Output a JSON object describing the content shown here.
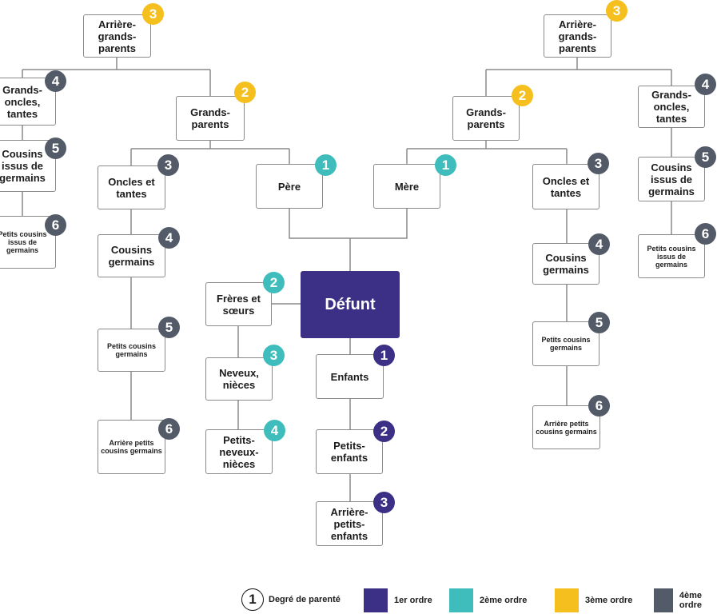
{
  "colors": {
    "order1": "#3b2f86",
    "order2": "#3fbcbc",
    "order3": "#f5c01d",
    "order4": "#545b68"
  },
  "nodes": [
    {
      "label": "Arrière-grands-parents",
      "degree": "3",
      "order": "order3"
    },
    {
      "label": "Arrière-grands-parents",
      "degree": "3",
      "order": "order3"
    },
    {
      "label": "Grands-oncles, tantes",
      "degree": "4",
      "order": "order4"
    },
    {
      "label": "Cousins issus de germains",
      "degree": "5",
      "order": "order4"
    },
    {
      "label": "Petits cousins issus de germains",
      "degree": "6",
      "order": "order4"
    },
    {
      "label": "Grands-parents",
      "degree": "2",
      "order": "order3"
    },
    {
      "label": "Grands-parents",
      "degree": "2",
      "order": "order3"
    },
    {
      "label": "Grands-oncles, tantes",
      "degree": "4",
      "order": "order4"
    },
    {
      "label": "Cousins issus de germains",
      "degree": "5",
      "order": "order4"
    },
    {
      "label": "Petits cousins issus de germains",
      "degree": "6",
      "order": "order4"
    },
    {
      "label": "Oncles et tantes",
      "degree": "3",
      "order": "order4"
    },
    {
      "label": "Père",
      "degree": "1",
      "order": "order2"
    },
    {
      "label": "Mère",
      "degree": "1",
      "order": "order2"
    },
    {
      "label": "Oncles et tantes",
      "degree": "3",
      "order": "order4"
    },
    {
      "label": "Cousins germains",
      "degree": "4",
      "order": "order4"
    },
    {
      "label": "Cousins germains",
      "degree": "4",
      "order": "order4"
    },
    {
      "label": "Défunt",
      "degree": "",
      "order": "order1"
    },
    {
      "label": "Frères et sœurs",
      "degree": "2",
      "order": "order2"
    },
    {
      "label": "Petits cousins germains",
      "degree": "5",
      "order": "order4"
    },
    {
      "label": "Petits cousins germains",
      "degree": "5",
      "order": "order4"
    },
    {
      "label": "Neveux, nièces",
      "degree": "3",
      "order": "order2"
    },
    {
      "label": "Enfants",
      "degree": "1",
      "order": "order1"
    },
    {
      "label": "Arrière petits cousins germains",
      "degree": "6",
      "order": "order4"
    },
    {
      "label": "Arrière petits cousins germains",
      "degree": "6",
      "order": "order4"
    },
    {
      "label": "Petits-neveux-nièces",
      "degree": "4",
      "order": "order2"
    },
    {
      "label": "Petits-enfants",
      "degree": "2",
      "order": "order1"
    },
    {
      "label": "Arrière-petits-enfants",
      "degree": "3",
      "order": "order1"
    }
  ],
  "legend": {
    "degree_symbol": "1",
    "degree_label": "Degré de parenté",
    "items": [
      {
        "label": "1er ordre",
        "color": "order1"
      },
      {
        "label": "2ème ordre",
        "color": "order2"
      },
      {
        "label": "3ème ordre",
        "color": "order3"
      },
      {
        "label": "4ème ordre",
        "color": "order4"
      }
    ]
  }
}
